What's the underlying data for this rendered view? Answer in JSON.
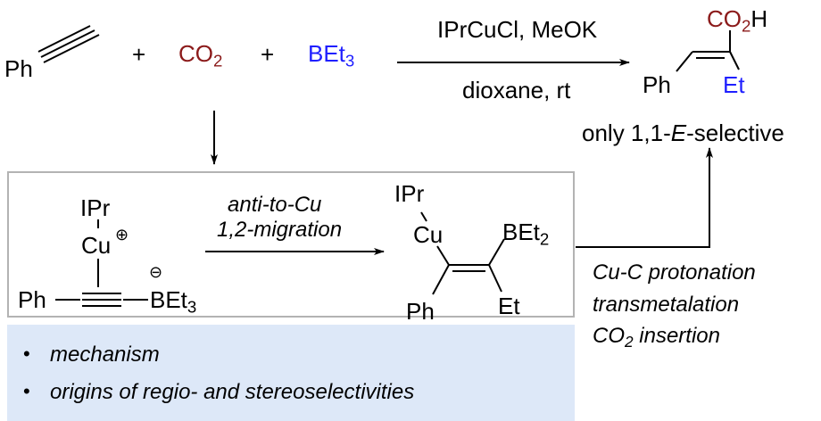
{
  "reaction": {
    "reactant1": {
      "ph": "Ph"
    },
    "plus1": "+",
    "co2": {
      "main": "CO",
      "sub": "2"
    },
    "plus2": "+",
    "borane": {
      "main": "BEt",
      "sub": "3"
    },
    "conditions_top": "IPrCuCl, MeOK",
    "conditions_bottom": "dioxane, rt",
    "product": {
      "acid_main": "CO",
      "acid_sub": "2",
      "acid_h": "H",
      "ph": "Ph",
      "et": "Et"
    },
    "selectivity": {
      "prefix": "only 1,1-",
      "italic": "E",
      "suffix": "-selective"
    }
  },
  "mechanism": {
    "ate_complex": {
      "ipr": "IPr",
      "cu": "Cu",
      "plus_charge": "⊕",
      "minus_charge": "⊖",
      "ph": "Ph",
      "b_main": "BEt",
      "b_sub": "3"
    },
    "step_label_1": "anti-to-Cu",
    "step_label_2": "1,2-migration",
    "intermediate": {
      "ipr": "IPr",
      "cu": "Cu",
      "b_main": "BEt",
      "b_sub": "2",
      "ph": "Ph",
      "et": "Et"
    },
    "followup_steps": [
      "Cu-C protonation",
      "transmetalation"
    ],
    "co2_step": {
      "main": "CO",
      "sub": "2",
      "suffix": " insertion"
    }
  },
  "notes": {
    "bullet": "•",
    "items": [
      "mechanism",
      "origins of regio- and stereoselectivities"
    ]
  },
  "colors": {
    "co2": "#8b1a1a",
    "boron": "#1f1fff",
    "note_bg": "#dde8f8",
    "box_border": "#b3b3b3"
  }
}
